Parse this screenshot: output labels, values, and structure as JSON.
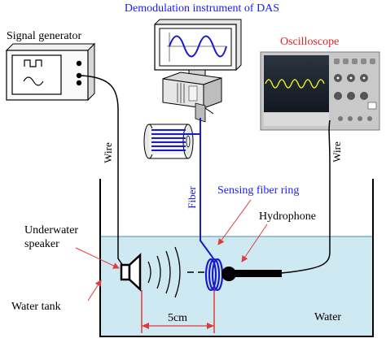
{
  "title": "Demodulation instrument of DAS",
  "labels": {
    "signal_generator": "Signal generator",
    "oscilloscope": "Oscilloscope",
    "wire_left": "Wire",
    "wire_right": "Wire",
    "fiber": "Fiber",
    "sensing_fiber_ring": "Sensing fiber ring",
    "hydrophone": "Hydrophone",
    "underwater_speaker_line1": "Underwater",
    "underwater_speaker_line2": "speaker",
    "water_tank": "Water tank",
    "water": "Water",
    "distance": "5cm"
  },
  "colors": {
    "title": "#1a1aff",
    "oscilloscope_label": "#e02020",
    "fiber": "#1a1acc",
    "water": "#cfe9f3",
    "water_line": "#4a8fb0",
    "arrow": "#e03a3a",
    "black": "#000000"
  },
  "icons": {
    "signal_generator": "signal-generator-icon",
    "monitor": "monitor-icon",
    "server": "server-unit-icon",
    "fiber_spool": "fiber-spool-icon",
    "oscilloscope": "oscilloscope-photo",
    "speaker": "speaker-icon",
    "fiber_ring": "fiber-ring-icon",
    "hydrophone": "hydrophone-icon"
  }
}
